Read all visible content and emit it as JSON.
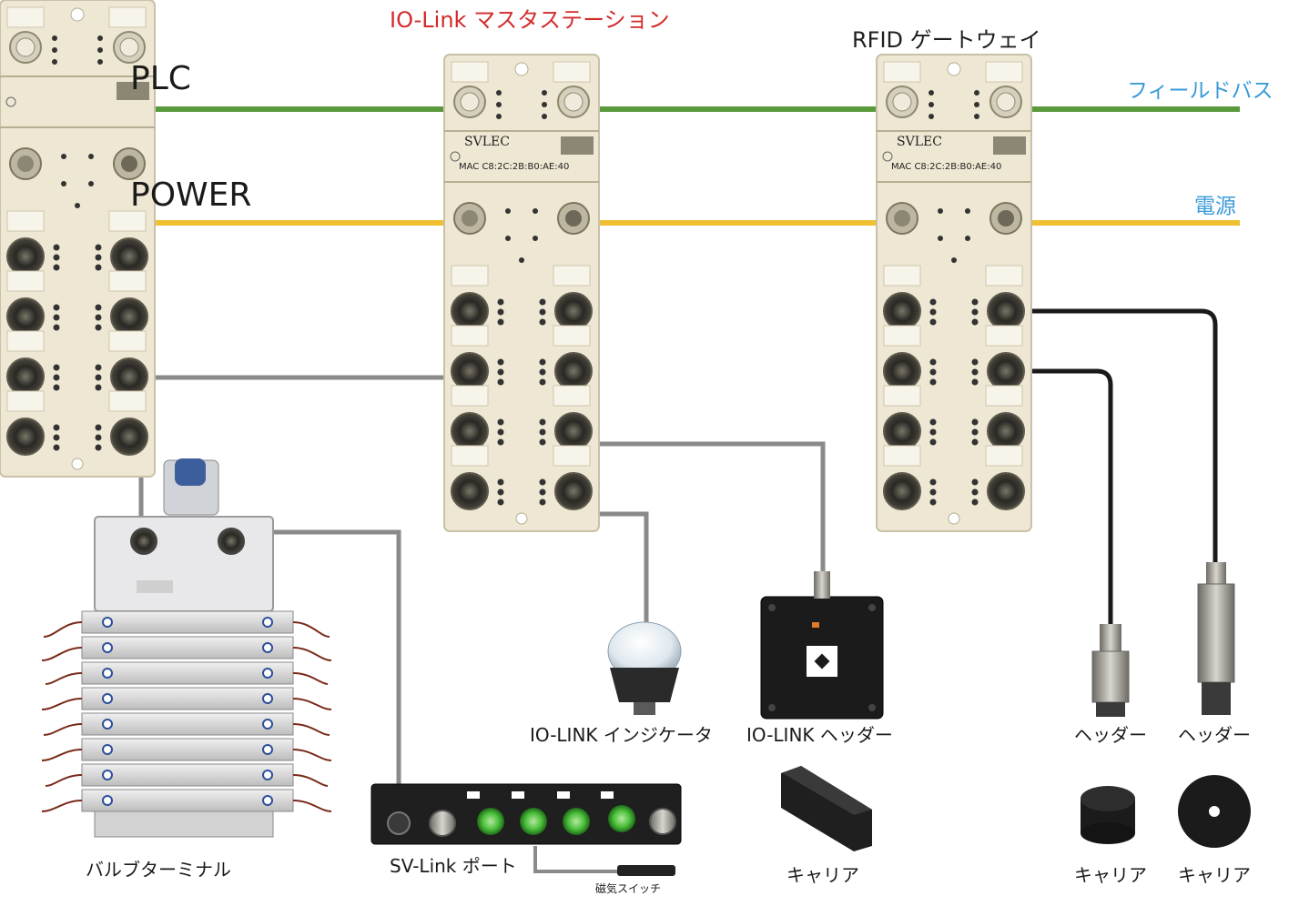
{
  "titles": {
    "master_station": "IO-Link マスタステーション",
    "rfid_gateway": "RFID ゲートウェイ"
  },
  "buses": {
    "plc": "PLC",
    "power": "POWER",
    "fieldbus": "フィールドバス",
    "power_supply": "電源"
  },
  "module": {
    "brand": "SVLEC",
    "mac": "MAC C8:2C:2B:B0:AE:40"
  },
  "devices": {
    "valve_terminal": "バルブターミナル",
    "sv_link_port": "SV-Link ポート",
    "magnetic_switch": "磁気スイッチ",
    "io_link_indicator": "IO-LINK インジケータ",
    "io_link_header": "IO-LINK ヘッダー",
    "header_1": "ヘッダー",
    "header_2": "ヘッダー",
    "carrier_1": "キャリア",
    "carrier_2": "キャリア",
    "carrier_3": "キャリア"
  },
  "colors": {
    "plc_line": "#5a9a3c",
    "power_line": "#f0c030",
    "cable_gray": "#8a8a8a",
    "cable_black": "#1a1a1a",
    "module_body": "#ede7d3"
  }
}
